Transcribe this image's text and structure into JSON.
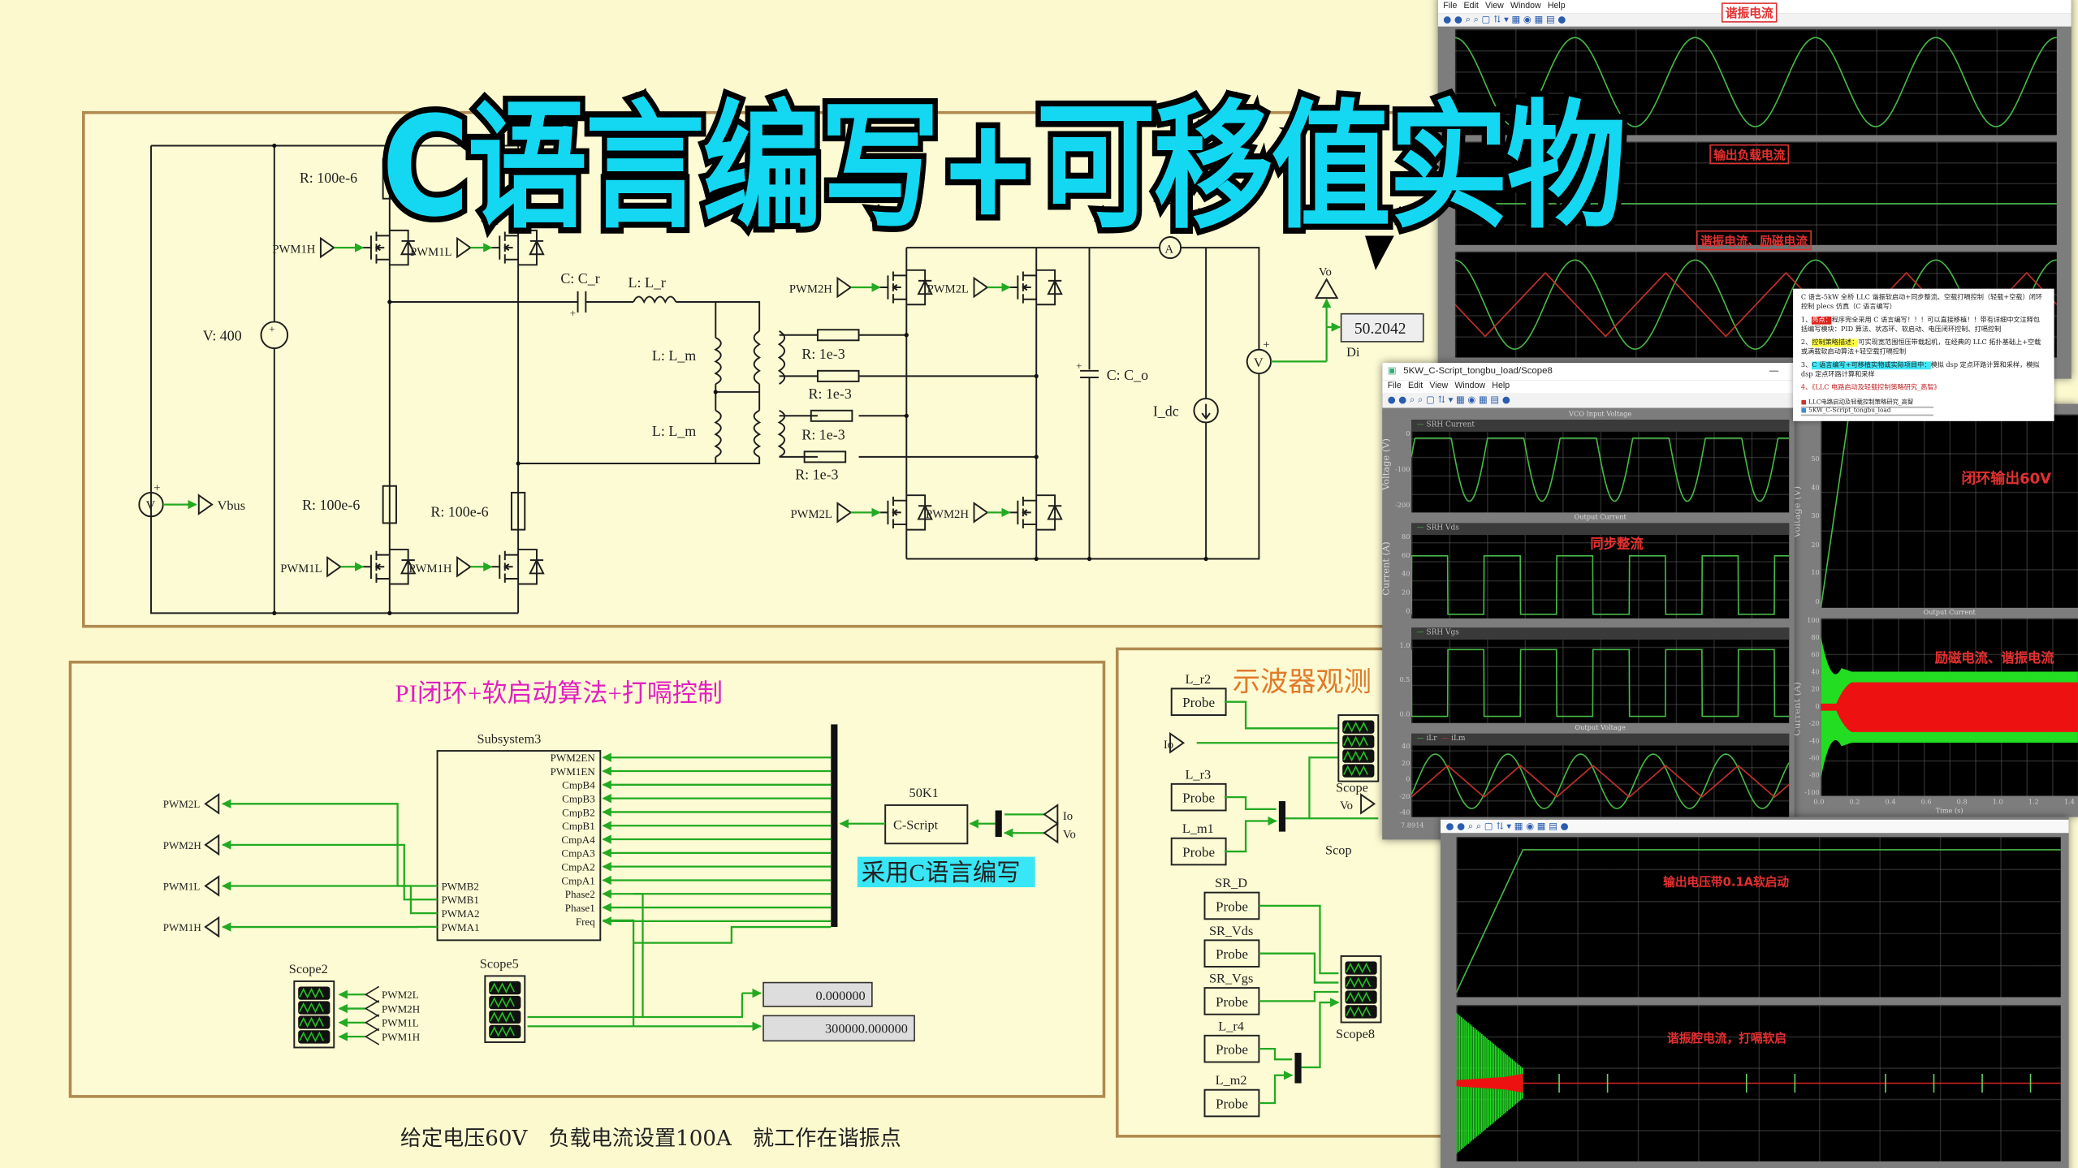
{
  "overlay_title": "C语言编写+可移值实物",
  "caption": "给定电压60V　负载电流设置100A　就工作在谐振点",
  "colors": {
    "background": "#fdfbd2",
    "panel_border": "#b08a50",
    "wire_green": "#22aa22",
    "title_cyan": "#14d8f2",
    "trace_green": "#47b847",
    "trace_red": "#c8302a",
    "annotation_red": "#e23030",
    "control_title": "#e020c0",
    "probe_title": "#e07a2a"
  },
  "power_stage": {
    "source_label": "V: 400",
    "voltmeter": "V",
    "ammeter": "A",
    "plus": "+",
    "vbus_label": "Vbus",
    "r_snubber": "R: 100e-6",
    "cr_label": "C: C_r",
    "lr_label": "L: L_r",
    "lm_label": "L: L_m",
    "r_sec": "R: 1e-3",
    "co_label": "C: C_o",
    "idc_label": "I_dc",
    "vo_label": "Vo",
    "display_value": "50.2042",
    "display_caption": "Di",
    "gates": {
      "pwm1h": "PWM1H",
      "pwm1l": "PWM1L",
      "pwm2h": "PWM2H",
      "pwm2l": "PWM2L"
    }
  },
  "control": {
    "title": "PI闭环+软启动算法+打嗝控制",
    "subsystem_name": "Subsystem3",
    "inputs": [
      "PWM2EN",
      "PWM1EN",
      "CmpB4",
      "CmpB3",
      "CmpB2",
      "CmpB1",
      "CmpA4",
      "CmpA3",
      "CmpA2",
      "CmpA1",
      "Phase2",
      "Phase1",
      "Freq"
    ],
    "outputs": [
      "PWMB2",
      "PWMB1",
      "PWMA2",
      "PWMA1"
    ],
    "goto_outputs": [
      "PWM2L",
      "PWM2H",
      "PWM1L",
      "PWM1H"
    ],
    "cscript_name": "50K1",
    "cscript_label": "C-Script",
    "cscript_inputs": [
      "Io",
      "Vo"
    ],
    "cscript_note": "采用C语言编写",
    "scope2": "Scope2",
    "scope2_inputs": [
      "PWM2L",
      "PWM2H",
      "PWM1L",
      "PWM1H"
    ],
    "scope5": "Scope5",
    "display1": "0.000000",
    "display2": "300000.000000"
  },
  "probes": {
    "title": "示波器观测",
    "probe_label": "Probe",
    "names": [
      "L_r2",
      "L_r3",
      "L_m1",
      "SR_D",
      "SR_Vds",
      "SR_Vgs",
      "L_r4",
      "L_m2"
    ],
    "io_label": "Io",
    "vo_label": "Vo",
    "scope_label": "Scope",
    "scope8_label": "Scope8",
    "scope_partial": "Scop"
  },
  "scope_top": {
    "menu": [
      "File",
      "Edit",
      "View",
      "Window",
      "Help"
    ],
    "annotations": [
      "谐振电流",
      "输出负载电流",
      "谐振电流、励磁电流"
    ]
  },
  "doc_note": {
    "heading": "C 语言-5kW 全桥 LLC 谐振软启动+同步整流、空载打嗝控制（轻载+空载）闭环控制 plecs 仿真（C 语言编写）",
    "items": [
      {
        "num": "1、",
        "tag": "亮点：",
        "text": "程序完全采用 C 语言编写！！！可以直接移植！！带有详细中文注释包括编写模块：PID 算法、状态环、软启动、电压闭环控制、打嗝控制"
      },
      {
        "num": "2、",
        "tag": "控制策略描述：",
        "text": "可实现宽范围恒压带载起机，在经典的 LLC 拓扑基础上+空载或满载软启动算法+轻空载打嗝控制"
      },
      {
        "num": "3、",
        "tag": "C 语言编写+可移植实物或实际项目中：",
        "text": "模拟 dsp 定点环路计算和采样，模拟 dsp 定点环路计算和采样"
      },
      {
        "num": "4、",
        "tag": "",
        "text": "《LLC 电路启动及轻载控制策略研究_高智》"
      }
    ],
    "files": [
      "LLC电路启动及轻载控制策略研究_高智",
      "5KW_C-Script_tongbu_load"
    ]
  },
  "scope8": {
    "window_title": "5KW_C-Script_tongbu_load/Scope8",
    "menu": [
      "File",
      "Edit",
      "View",
      "Window",
      "Help"
    ],
    "plot_titles": [
      "VCO Input Voltage",
      "Output Current",
      "Output Voltage"
    ],
    "legends": [
      "SRH Current",
      "SRH Vds",
      "SRH Vgs"
    ],
    "legend4": [
      "iLr",
      "iLm"
    ],
    "ylabel_voltage": "Voltage (V)",
    "ylabel_current": "Current (A)",
    "ticks1": [
      "0",
      "-100",
      "-200"
    ],
    "ticks2": [
      "80",
      "60",
      "40",
      "20",
      "0"
    ],
    "ticks3": [
      "1.0",
      "0.5",
      "0.0"
    ],
    "ticks4": [
      "40",
      "20",
      "0",
      "-20",
      "-40"
    ],
    "time_start": "7.8914",
    "annotation": "同步整流"
  },
  "scope_right": {
    "annotations": [
      "闭环输出60V",
      "励磁电流、谐振电流"
    ],
    "plot_title": "Output Current",
    "ticks_v": [
      "50",
      "40",
      "30",
      "20",
      "10",
      "0"
    ],
    "ticks_i": [
      "100",
      "80",
      "60",
      "40",
      "20",
      "0",
      "-20",
      "-40",
      "-60",
      "-80",
      "-100"
    ],
    "x_ticks": [
      "0.0",
      "0.2",
      "0.4",
      "0.6",
      "0.8",
      "1.0",
      "1.2",
      "1.4"
    ],
    "xlabel": "Time (s)",
    "ylabel_voltage": "Voltage (V)",
    "ylabel_current": "Current (A)"
  },
  "scope_bottom": {
    "annotations": [
      "输出电压带0.1A软启动",
      "谐振腔电流，打嗝软启"
    ]
  }
}
